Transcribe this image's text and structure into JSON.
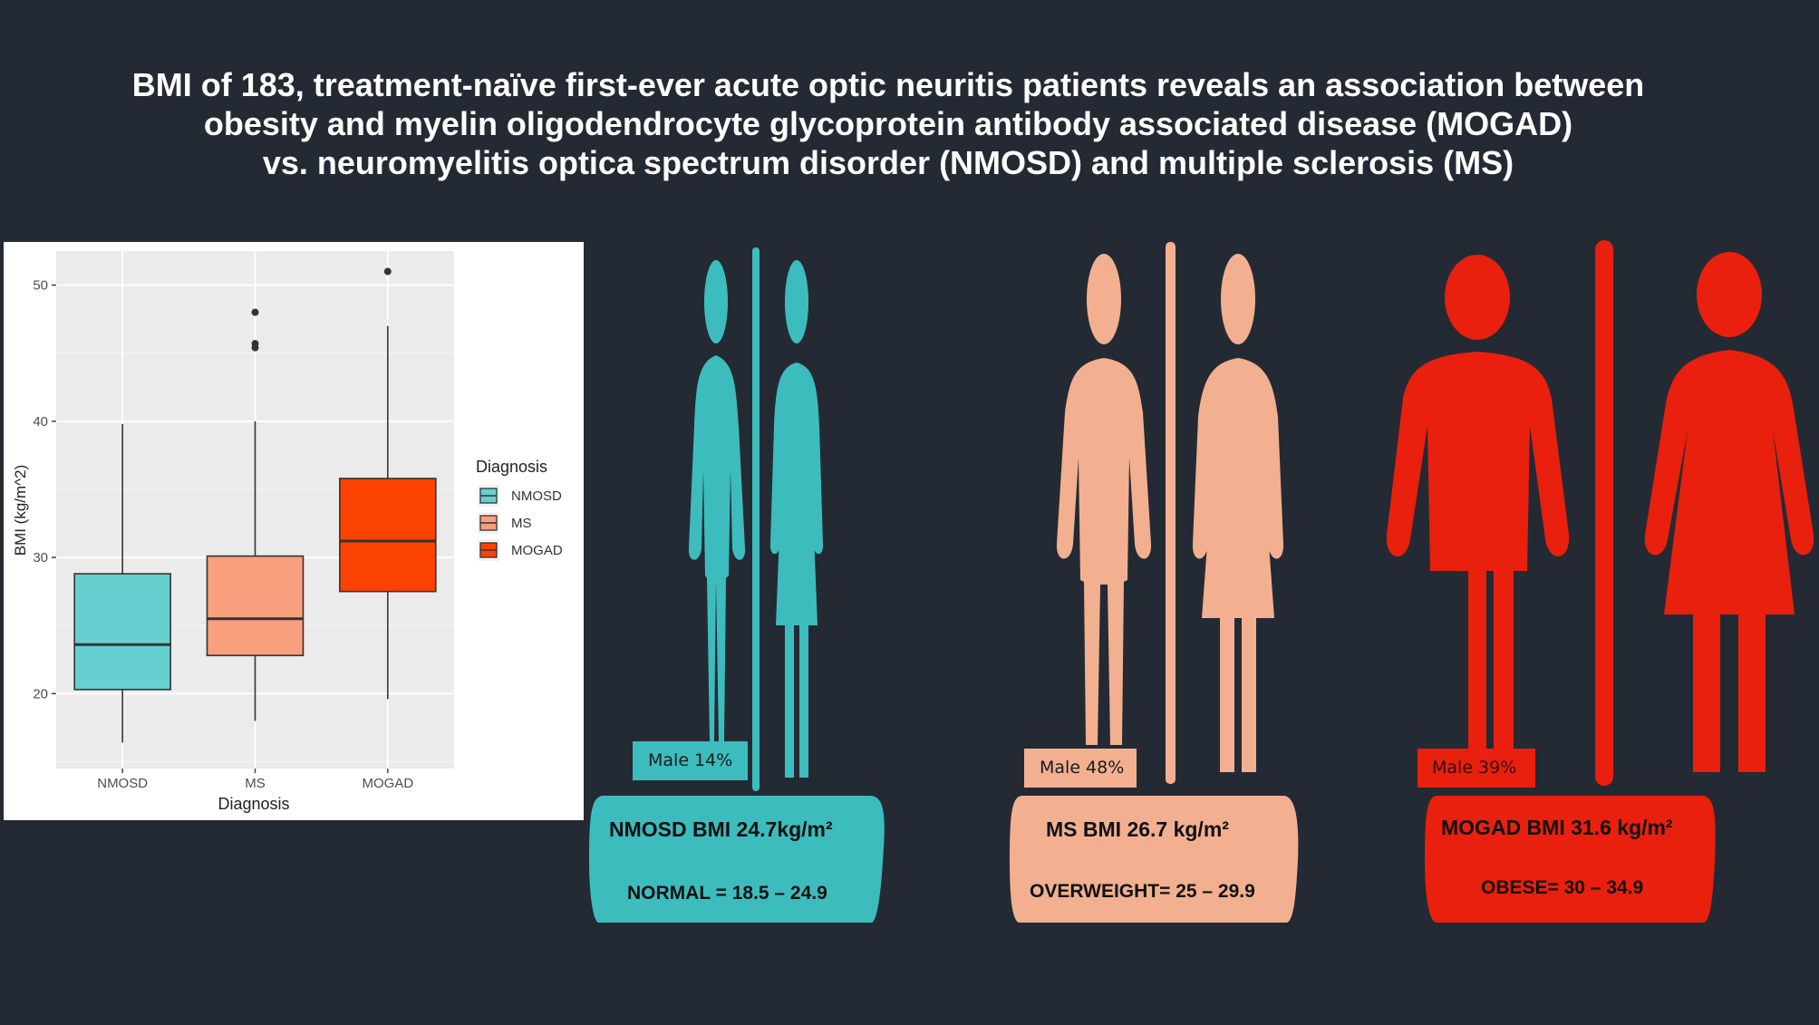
{
  "title_lines": [
    "BMI of 183, treatment-naïve first-ever acute optic neuritis patients reveals an association between",
    "obesity and myelin oligodendrocyte glycoprotein antibody associated disease (MOGAD)",
    "vs. neuromyelitis optica spectrum disorder (NMOSD) and multiple sclerosis (MS)"
  ],
  "colors": {
    "background": "#242a33",
    "nmosd": "#3dbcbd",
    "ms": "#f2b091",
    "mogad": "#e8200d",
    "box_nmosd": "#66d0d0",
    "box_ms": "#f8a07e",
    "box_mogad": "#fc4200",
    "panel_bg": "#ebebeb"
  },
  "chart_data": {
    "type": "boxplot",
    "categories": [
      "NMOSD",
      "MS",
      "MOGAD"
    ],
    "xlabel": "Diagnosis",
    "ylabel": "BMI (kg/m^2)",
    "ylim": [
      14.5,
      52.5
    ],
    "yticks": [
      20,
      30,
      40,
      50
    ],
    "grid": true,
    "legend": {
      "title": "Diagnosis",
      "position": "right",
      "entries": [
        "NMOSD",
        "MS",
        "MOGAD"
      ]
    },
    "series": [
      {
        "name": "NMOSD",
        "min": 16.4,
        "q1": 20.3,
        "median": 23.6,
        "q3": 28.8,
        "max": 39.8,
        "outliers": []
      },
      {
        "name": "MS",
        "min": 18.0,
        "q1": 22.8,
        "median": 25.5,
        "q3": 30.1,
        "max": 40.0,
        "outliers": [
          48.0,
          45.7,
          45.4
        ]
      },
      {
        "name": "MOGAD",
        "min": 19.6,
        "q1": 27.5,
        "median": 31.2,
        "q3": 35.8,
        "max": 47.0,
        "outliers": [
          51.0
        ]
      }
    ]
  },
  "groups": [
    {
      "key": "nmosd",
      "male_label": "Male 14%",
      "male_pct": 14,
      "bmi_label": "NMOSD BMI 24.7kg/m²",
      "range_label": "NORMAL = 18.5 – 24.9"
    },
    {
      "key": "ms",
      "male_label": "Male 48%",
      "male_pct": 48,
      "bmi_label": "MS BMI 26.7 kg/m²",
      "range_label": "OVERWEIGHT= 25 – 29.9"
    },
    {
      "key": "mogad",
      "male_label": "Male 39%",
      "male_pct": 39,
      "bmi_label": "MOGAD BMI 31.6 kg/m²",
      "range_label": "OBESE= 30 – 34.9"
    }
  ],
  "icons": [
    "male-figure-icon",
    "female-figure-icon",
    "divider-bar-icon"
  ]
}
